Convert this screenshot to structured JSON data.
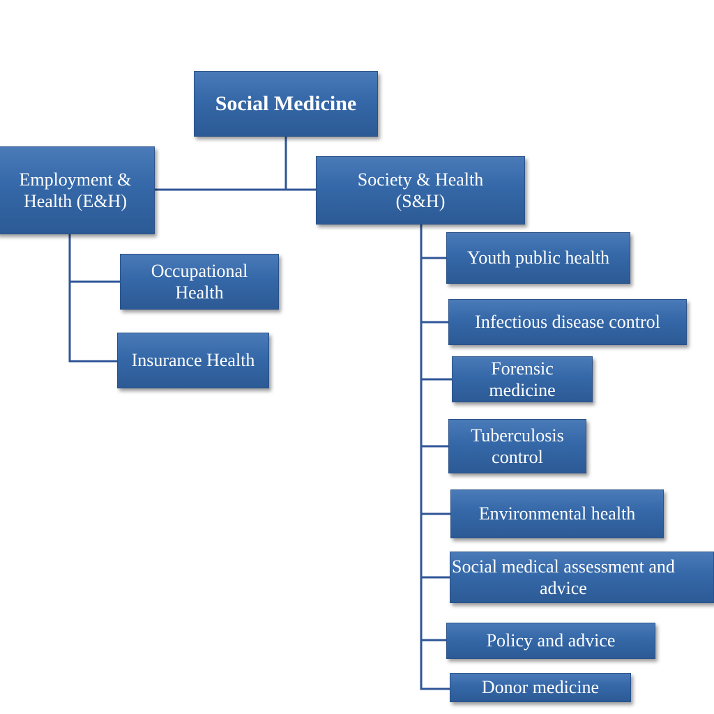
{
  "diagram": {
    "root": {
      "label": "Social Medicine"
    },
    "employment": {
      "label_line1": "Employment &",
      "label_line2": "Health (E&H)",
      "children": [
        {
          "line1": "Occupational",
          "line2": "Health"
        },
        {
          "line1": "Insurance Health",
          "line2": ""
        }
      ]
    },
    "society": {
      "label_line1": "Society & Health",
      "label_line2": "(S&H)",
      "children": [
        {
          "line1": "Youth public health",
          "line2": ""
        },
        {
          "line1": "Infectious disease control",
          "line2": ""
        },
        {
          "line1": "Forensic",
          "line2": "medicine"
        },
        {
          "line1": "Tuberculosis",
          "line2": "control"
        },
        {
          "line1": "Environmental health",
          "line2": ""
        },
        {
          "line1": "Social medical assessment and",
          "line2": "advice"
        },
        {
          "line1": "Policy and advice",
          "line2": ""
        },
        {
          "line1": "Donor medicine",
          "line2": ""
        }
      ]
    }
  },
  "colors": {
    "box_fill": "#3568a8",
    "box_border": "#2a5288",
    "connector": "#2f5597",
    "text": "#ffffff"
  }
}
